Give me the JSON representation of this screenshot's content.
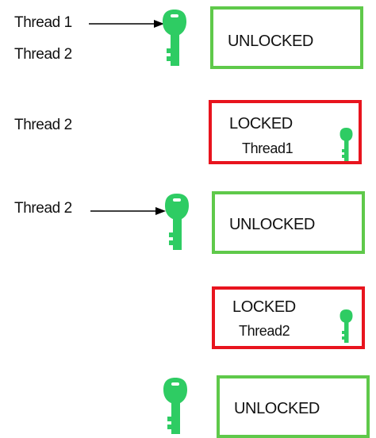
{
  "colors": {
    "key": "#2ecc63",
    "unlocked_border": "#5fc94a",
    "locked_border": "#e8141e",
    "text": "#111111",
    "arrow": "#000000"
  },
  "steps": [
    {
      "threads": [
        "Thread 1",
        "Thread 2"
      ],
      "arrow_from": "Thread 1",
      "free_key": true,
      "lock": {
        "status": "UNLOCKED",
        "owner": "",
        "key_inside": false
      }
    },
    {
      "threads": [
        "Thread 2"
      ],
      "arrow_from": "",
      "free_key": false,
      "lock": {
        "status": "LOCKED",
        "owner": "Thread1",
        "key_inside": true
      }
    },
    {
      "threads": [
        "Thread 2"
      ],
      "arrow_from": "Thread 2",
      "free_key": true,
      "lock": {
        "status": "UNLOCKED",
        "owner": "",
        "key_inside": false
      }
    },
    {
      "threads": [],
      "arrow_from": "",
      "free_key": false,
      "lock": {
        "status": "LOCKED",
        "owner": "Thread2",
        "key_inside": true
      }
    },
    {
      "threads": [],
      "arrow_from": "",
      "free_key": true,
      "lock": {
        "status": "UNLOCKED",
        "owner": "",
        "key_inside": false
      }
    }
  ]
}
